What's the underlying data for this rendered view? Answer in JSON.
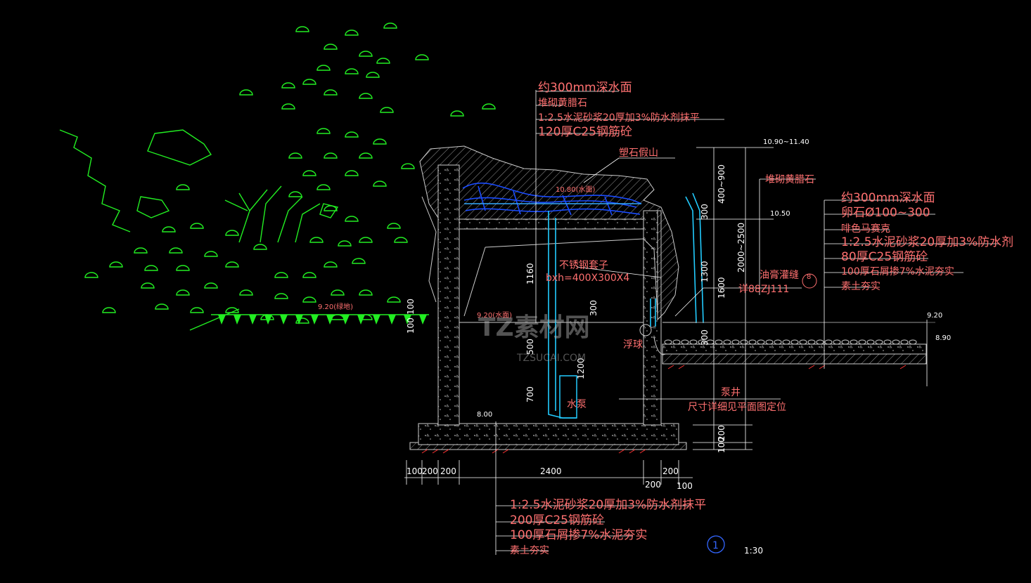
{
  "drawing": {
    "scale": "1:30",
    "detail_number": "1",
    "watermark": {
      "brand": "TZ素材网",
      "url": "TZSUCAI.COM"
    }
  },
  "callouts": {
    "top_left": [
      "约300mm深水面",
      "堆砌黄腊石",
      "1:2.5水泥砂浆20厚加3%防水剂抹平",
      "120厚C25钢筋砼"
    ],
    "right": [
      "约300mm深水面",
      "卵石Ø100~300",
      "啡色马赛克",
      "1:2.5水泥砂浆20厚加3%防水剂",
      "80厚C25钢筋砼",
      "100厚石屑掺7%水泥夯实",
      "素土夯实"
    ],
    "bottom": [
      "1:2.5水泥砂浆20厚加3%防水剂抹平",
      "200厚C25钢筋砼",
      "100厚石屑掺7%水泥夯实",
      "素土夯实"
    ],
    "rockery": "塑石假山",
    "stacked_stone": "堆砌黄腊石",
    "sleeve": [
      "不锈钢套子",
      "bxh=400X300X4"
    ],
    "joint": [
      "油膏灌缝",
      "详88ZJ111"
    ],
    "joint_ref": "8",
    "float_ball": "浮球",
    "pump": "水泵",
    "sump": [
      "泵井",
      "尺寸详细见平面图定位"
    ]
  },
  "elevations": {
    "top_range": "10.90~11.40",
    "water_surface": "10.80(水面)",
    "right_upper": "10.50",
    "green_land": "9.20(绿地)",
    "inner_water": "9.20(水面)",
    "right_ground": "9.20",
    "right_base": "8.90",
    "pit_floor": "8.00"
  },
  "dimensions": {
    "bottom_row": [
      "100",
      "200",
      "200",
      "2400",
      "200"
    ],
    "bottom_row2": [
      "200",
      "100"
    ],
    "left": [
      "100",
      "100"
    ],
    "center": [
      "1160",
      "300",
      "500",
      "1200",
      "700"
    ],
    "right_col": [
      "400~900",
      "300",
      "1300",
      "300",
      "2000~2500",
      "1600",
      "200",
      "100"
    ]
  }
}
